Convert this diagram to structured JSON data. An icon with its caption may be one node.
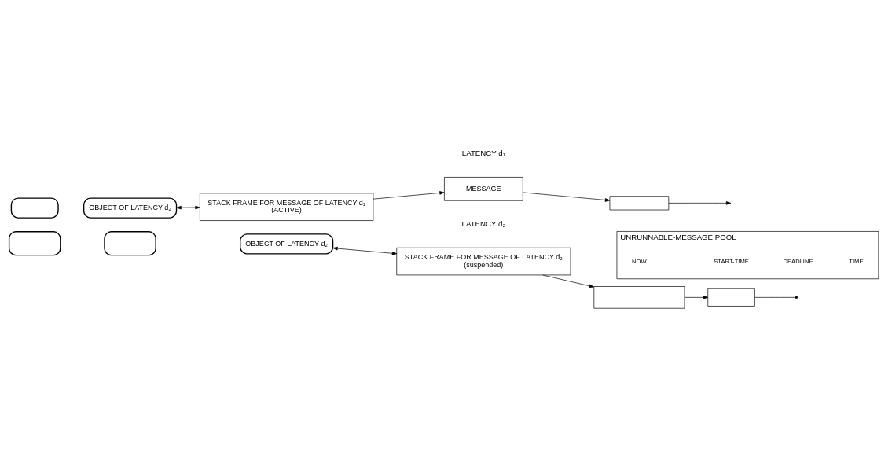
{
  "diagram": {
    "nodes": [
      {
        "text": [],
        "shape": "banner"
      },
      {
        "text": [
          "OBJECT OF LATENCY d₂"
        ]
      },
      {
        "text": [
          "STACK FRAME FOR MESSAGE OF LATENCY d₁",
          "(ACTIVE)"
        ]
      },
      {
        "text": [
          "MESSAGE"
        ]
      },
      {
        "text": [],
        "shape": "box"
      },
      {
        "text": [],
        "shape": "banner"
      },
      {
        "text": [],
        "shape": "banner"
      },
      {
        "text": [
          "OBJECT OF LATENCY d₂"
        ]
      },
      {
        "text": [
          "STACK FRAME FOR MESSAGE OF LATENCY d₂",
          "(suspended)"
        ]
      },
      {
        "text": [],
        "shape": "box"
      },
      {
        "text": [],
        "shape": "box"
      },
      {
        "text": [
          "UNRUNNABLE-MESSAGE POOL"
        ]
      }
    ],
    "edges": [
      {
        "from": 1,
        "to": 2,
        "arrow": "both"
      },
      {
        "from": 2,
        "to": 3,
        "arrow": "to"
      },
      {
        "from": 3,
        "to": 4,
        "arrow": "to"
      },
      {
        "from": 4,
        "to": null,
        "arrow": "to"
      },
      {
        "from": 7,
        "to": 8,
        "arrow": "both"
      },
      {
        "from": 8,
        "to": 9,
        "arrow": "to"
      },
      {
        "from": 9,
        "to": 10,
        "arrow": "to"
      },
      {
        "from": 10,
        "to": null,
        "arrow": "other"
      }
    ],
    "labels": [
      "LATENCY d₁",
      "LATENCY d₂",
      "START-TIME",
      "DEADLINE",
      "NOW",
      "TIME"
    ]
  }
}
